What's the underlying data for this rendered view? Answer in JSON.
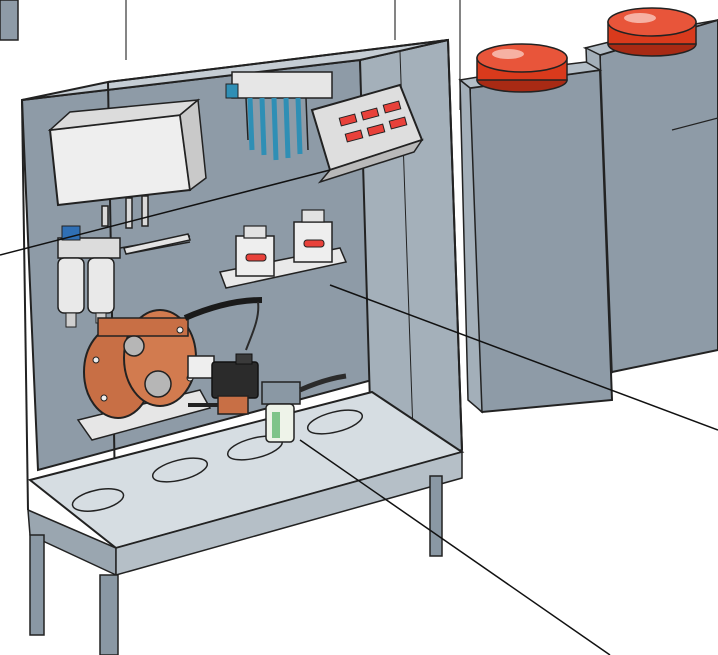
{
  "illustration": {
    "labels": [],
    "palette": {
      "cabinet_gray": "#8e9ba7",
      "cabinet_dark": "#6f7c88",
      "base_light": "#d6dde2",
      "leg_gray": "#8a98a4",
      "pump_orange": "#c86f45",
      "cap_red": "#d93a1c",
      "display_red": "#e8413a",
      "box_white": "#eeeeee",
      "valve_black": "#2b2b2b",
      "tube_blue": "#2f8fb5",
      "outline": "#1b1b1b"
    },
    "components": [
      "cabinet",
      "control-box",
      "display-panel",
      "sensor-manifold",
      "air-filter-regulator",
      "solenoid-valve-pair",
      "diaphragm-pump",
      "solenoid-valve",
      "inline-filter",
      "chemical-tank-1",
      "chemical-tank-2",
      "leader-lines"
    ]
  }
}
